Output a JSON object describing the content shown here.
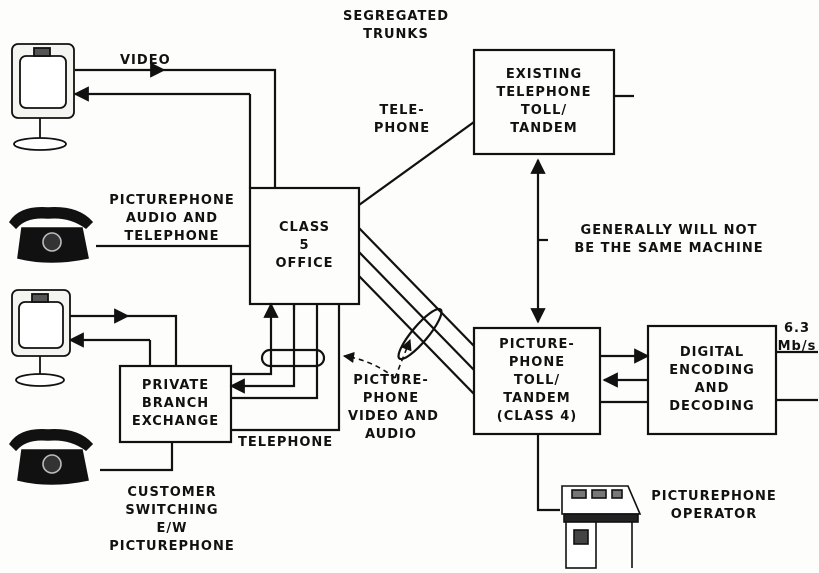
{
  "labels": {
    "segregated_trunks": [
      "SEGREGATED",
      "TRUNKS"
    ],
    "video": "VIDEO",
    "telephone_trunk": [
      "TELE-",
      "PHONE"
    ],
    "audio_and_telephone": [
      "PICTUREPHONE",
      "AUDIO AND",
      "TELEPHONE"
    ],
    "not_same_machine": [
      "GENERALLY WILL NOT",
      "BE THE SAME MACHINE"
    ],
    "rate": [
      "6.3",
      "Mb/s"
    ],
    "video_and_audio": [
      "PICTURE-",
      "PHONE",
      "VIDEO AND",
      "AUDIO"
    ],
    "telephone_pbx": "TELEPHONE",
    "customer_switching": [
      "CUSTOMER",
      "SWITCHING",
      "E/W",
      "PICTUREPHONE"
    ],
    "operator": [
      "PICTUREPHONE",
      "OPERATOR"
    ]
  },
  "boxes": {
    "existing_toll": [
      "EXISTING",
      "TELEPHONE",
      "TOLL/",
      "TANDEM"
    ],
    "class5": [
      "CLASS",
      "5",
      "OFFICE"
    ],
    "picturephone_toll": [
      "PICTURE-",
      "PHONE",
      "TOLL/",
      "TANDEM",
      "(CLASS 4)"
    ],
    "digital": [
      "DIGITAL",
      "ENCODING",
      "AND",
      "DECODING"
    ],
    "pbx": [
      "PRIVATE",
      "BRANCH",
      "EXCHANGE"
    ]
  },
  "devices": [
    {
      "name": "picturephone-set-icon",
      "kind": "picturephone"
    },
    {
      "name": "telephone-icon",
      "kind": "telephone"
    },
    {
      "name": "picturephone-set-icon",
      "kind": "picturephone"
    },
    {
      "name": "telephone-icon",
      "kind": "telephone"
    },
    {
      "name": "operator-console-icon",
      "kind": "console"
    }
  ]
}
